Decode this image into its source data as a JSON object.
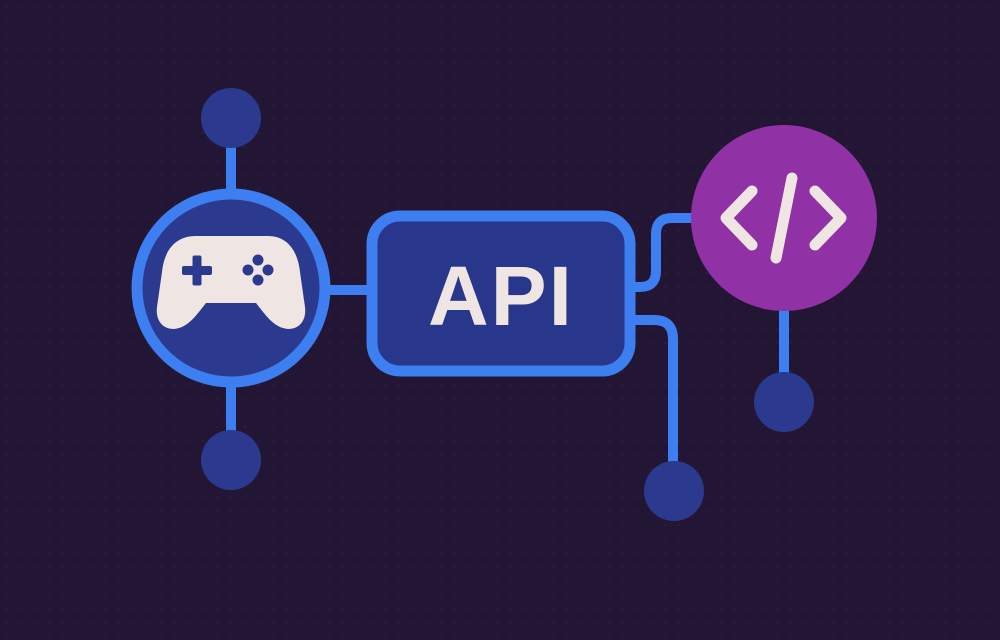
{
  "diagram": {
    "api_box": {
      "label": "API"
    },
    "nodes": [
      {
        "id": "gamepad",
        "icon": "gamepad-icon"
      },
      {
        "id": "code",
        "icon": "code-brackets-icon"
      }
    ],
    "colors": {
      "background": "#231634",
      "line": "#3d7ef0",
      "endpoint": "#2b3a8f",
      "gamepad_fill": "#2b3a8f",
      "api_fill": "#28378c",
      "code_fill": "#9131a6",
      "icon": "#efe6e3"
    }
  }
}
